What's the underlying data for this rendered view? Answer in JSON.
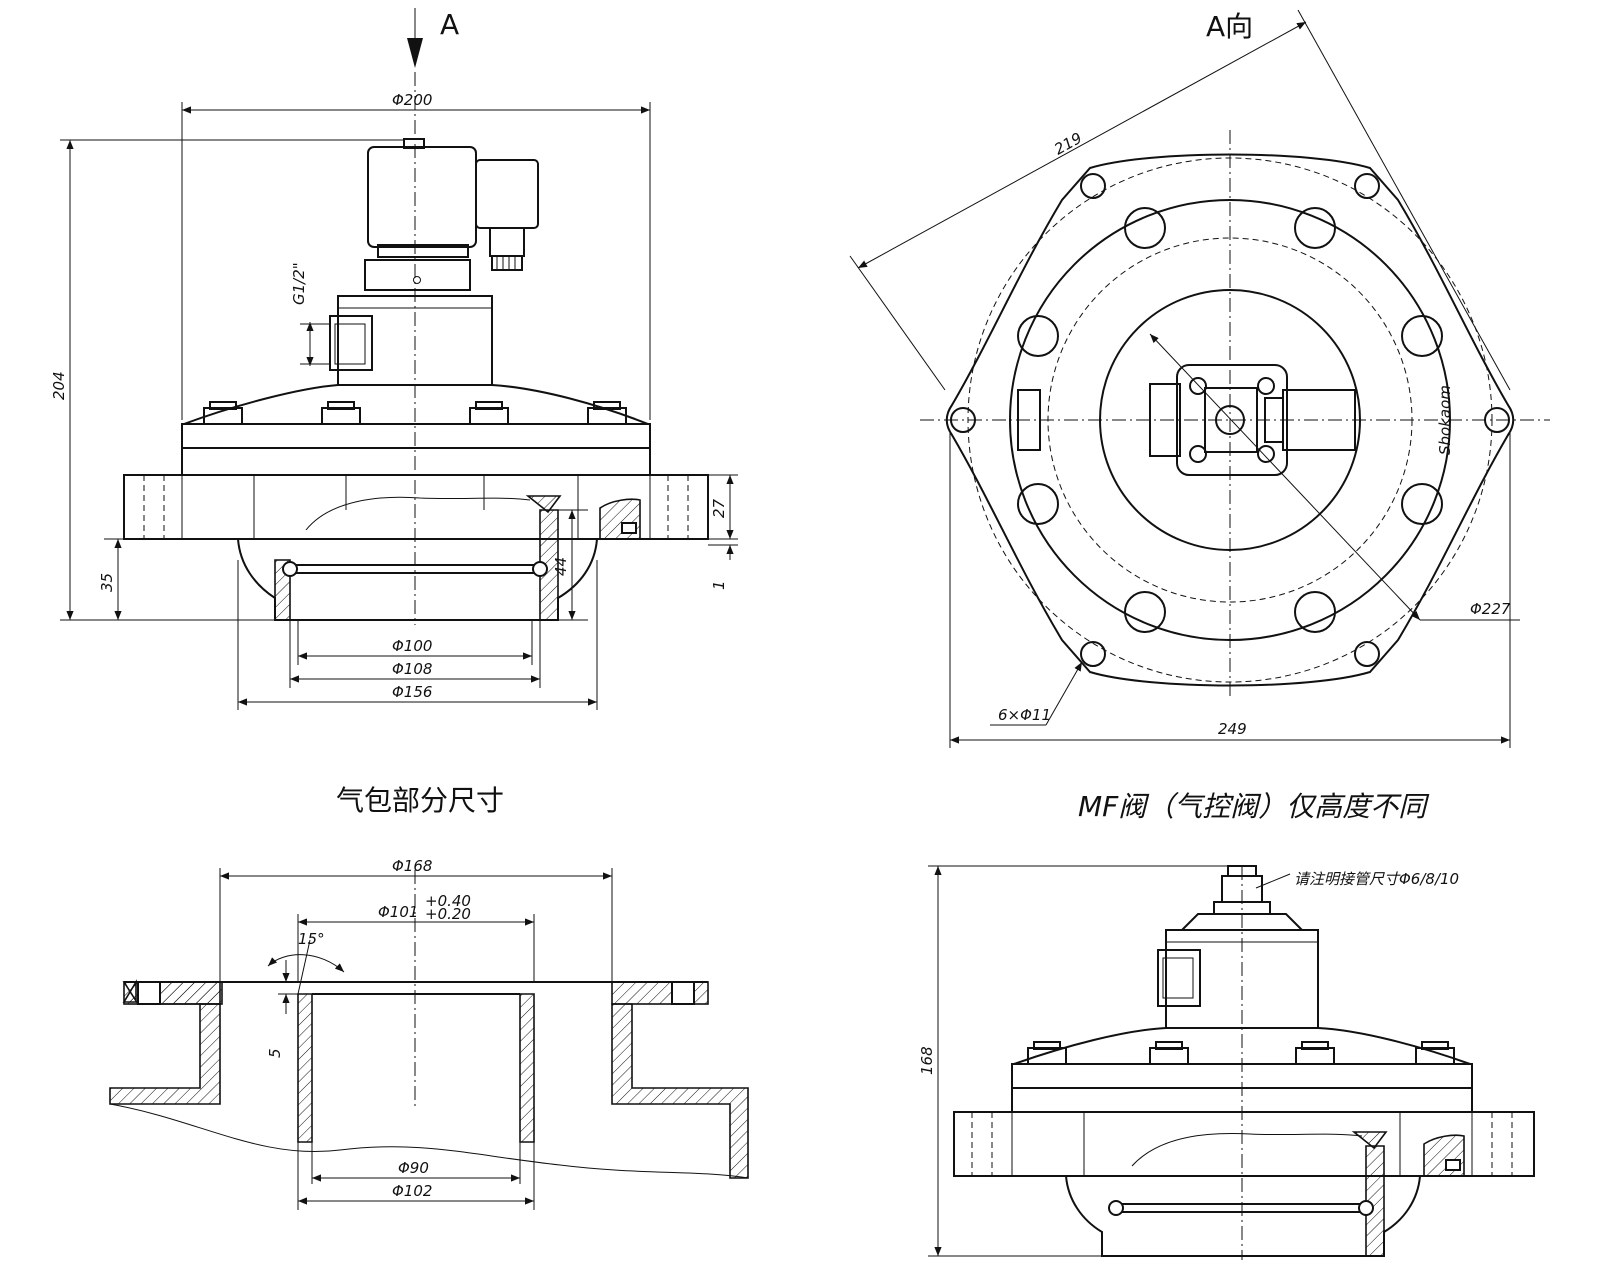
{
  "views": {
    "front": {
      "arrow_label": "A"
    },
    "end": {
      "title": "A向",
      "brand_text": "Sbokaom"
    },
    "section": {
      "title": "气包部分尺寸"
    },
    "mf": {
      "title": "MF阀（气控阀）仅高度不同",
      "callout": "请注明接管尺寸Φ6/8/10"
    }
  },
  "dimensions": {
    "front_d200": "Φ200",
    "front_h204": "204",
    "front_g12": "G1/2\"",
    "front_27": "27",
    "front_35": "35",
    "front_44": "44",
    "front_1": "1",
    "front_d100": "Φ100",
    "front_d108": "Φ108",
    "front_d156": "Φ156",
    "end_219": "219",
    "end_d227": "Φ227",
    "end_holes": "6×Φ11",
    "end_249": "249",
    "sec_d168": "Φ168",
    "sec_d101": "Φ101",
    "sec_tol_up": "+0.40",
    "sec_tol_dn": "+0.20",
    "sec_15": "15°",
    "sec_5": "5",
    "sec_d90": "Φ90",
    "sec_d102": "Φ102",
    "mf_168": "168"
  }
}
